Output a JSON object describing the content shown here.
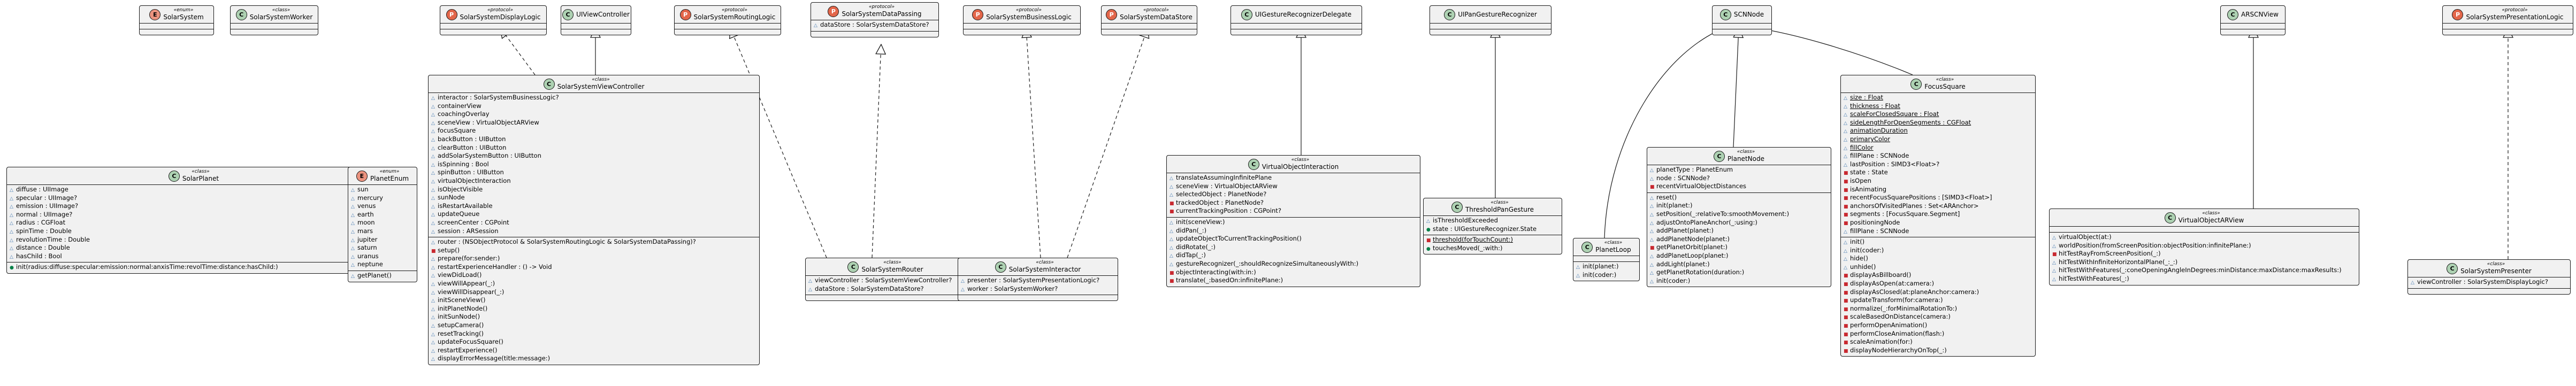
{
  "classes": [
    {
      "id": "solar-system",
      "name": "SolarSystem",
      "stereotype": "«enum»",
      "kind": "E",
      "members": [],
      "methods": []
    },
    {
      "id": "solar-system-worker",
      "name": "SolarSystemWorker",
      "stereotype": "«class»",
      "kind": "C",
      "members": [],
      "methods": []
    },
    {
      "id": "solar-system-display-logic",
      "name": "SolarSystemDisplayLogic",
      "stereotype": "«protocol»",
      "kind": "P",
      "members": [],
      "methods": []
    },
    {
      "id": "uiviewcontroller",
      "name": "UIViewController",
      "stereotype": "",
      "kind": "C",
      "members": [],
      "methods": []
    },
    {
      "id": "solar-system-routing-logic",
      "name": "SolarSystemRoutingLogic",
      "stereotype": "«protocol»",
      "kind": "P",
      "members": [],
      "methods": []
    },
    {
      "id": "solar-system-data-passing",
      "name": "SolarSystemDataPassing",
      "stereotype": "«protocol»",
      "kind": "P",
      "members": [
        {
          "v": "~",
          "t": "dataStore : SolarSystemDataStore?"
        }
      ],
      "methods": []
    },
    {
      "id": "solar-system-business-logic",
      "name": "SolarSystemBusinessLogic",
      "stereotype": "«protocol»",
      "kind": "P",
      "members": [],
      "methods": []
    },
    {
      "id": "solar-system-data-store",
      "name": "SolarSystemDataStore",
      "stereotype": "«protocol»",
      "kind": "P",
      "members": [],
      "methods": []
    },
    {
      "id": "uigesture-recognizer-delegate",
      "name": "UIGestureRecognizerDelegate",
      "stereotype": "",
      "kind": "C",
      "members": [],
      "methods": []
    },
    {
      "id": "uipan-gesture-recognizer",
      "name": "UIPanGestureRecognizer",
      "stereotype": "",
      "kind": "C",
      "members": [],
      "methods": []
    },
    {
      "id": "scnnode",
      "name": "SCNNode",
      "stereotype": "",
      "kind": "C",
      "members": [],
      "methods": []
    },
    {
      "id": "arscnview",
      "name": "ARSCNView",
      "stereotype": "",
      "kind": "C",
      "members": [],
      "methods": []
    },
    {
      "id": "solar-system-presentation-logic",
      "name": "SolarSystemPresentationLogic",
      "stereotype": "«protocol»",
      "kind": "P",
      "members": [],
      "methods": []
    },
    {
      "id": "solar-planet",
      "name": "SolarPlanet",
      "stereotype": "«class»",
      "kind": "C",
      "members": [
        {
          "v": "~",
          "t": "diffuse : UIImage"
        },
        {
          "v": "~",
          "t": "specular : UIImage?"
        },
        {
          "v": "~",
          "t": "emission : UIImage?"
        },
        {
          "v": "~",
          "t": "normal : UIImage?"
        },
        {
          "v": "~",
          "t": "radius : CGFloat"
        },
        {
          "v": "~",
          "t": "spinTime : Double"
        },
        {
          "v": "~",
          "t": "revolutionTime : Double"
        },
        {
          "v": "~",
          "t": "distance : Double"
        },
        {
          "v": "~",
          "t": "hasChild : Bool"
        }
      ],
      "methods": [
        {
          "v": "+",
          "t": "init(radius:diffuse:specular:emission:normal:anxisTime:revolTime:distance:hasChild:)"
        }
      ]
    },
    {
      "id": "planet-enum",
      "name": "PlanetEnum",
      "stereotype": "«enum»",
      "kind": "E",
      "members": [
        {
          "v": "~",
          "t": "sun"
        },
        {
          "v": "~",
          "t": "mercury"
        },
        {
          "v": "~",
          "t": "venus"
        },
        {
          "v": "~",
          "t": "earth"
        },
        {
          "v": "~",
          "t": "moon"
        },
        {
          "v": "~",
          "t": "mars"
        },
        {
          "v": "~",
          "t": "jupiter"
        },
        {
          "v": "~",
          "t": "saturn"
        },
        {
          "v": "~",
          "t": "uranus"
        },
        {
          "v": "~",
          "t": "neptune"
        }
      ],
      "methods": [
        {
          "v": "~",
          "t": "getPlanet()"
        }
      ]
    },
    {
      "id": "solar-system-view-controller",
      "name": "SolarSystemViewController",
      "stereotype": "«class»",
      "kind": "C",
      "members": [
        {
          "v": "~",
          "t": "interactor : SolarSystemBusinessLogic?"
        },
        {
          "v": "~",
          "t": "containerView"
        },
        {
          "v": "~",
          "t": "coachingOverlay"
        },
        {
          "v": "~",
          "t": "sceneView : VirtualObjectARView"
        },
        {
          "v": "~",
          "t": "focusSquare"
        },
        {
          "v": "~",
          "t": "backButton : UIButton"
        },
        {
          "v": "~",
          "t": "clearButton : UIButton"
        },
        {
          "v": "~",
          "t": "addSolarSystemButton : UIButton"
        },
        {
          "v": "~",
          "t": "isSpinning : Bool"
        },
        {
          "v": "~",
          "t": "spinButton : UIButton"
        },
        {
          "v": "~",
          "t": "virtualObjectInteraction"
        },
        {
          "v": "~",
          "t": "isObjectVisible"
        },
        {
          "v": "~",
          "t": "sunNode"
        },
        {
          "v": "~",
          "t": "isRestartAvailable"
        },
        {
          "v": "~",
          "t": "updateQueue"
        },
        {
          "v": "~",
          "t": "screenCenter : CGPoint"
        },
        {
          "v": "~",
          "t": "session : ARSession"
        }
      ],
      "methods": [
        {
          "v": "~",
          "t": "router : (NSObjectProtocol & SolarSystemRoutingLogic & SolarSystemDataPassing)?"
        },
        {
          "v": "-",
          "t": "setup()"
        },
        {
          "v": "~",
          "t": "prepare(for:sender:)"
        },
        {
          "v": "~",
          "t": "restartExperienceHandler : () -> Void"
        },
        {
          "v": "~",
          "t": "viewDidLoad()"
        },
        {
          "v": "~",
          "t": "viewWillAppear(_:)"
        },
        {
          "v": "~",
          "t": "viewWillDisappear(_:)"
        },
        {
          "v": "~",
          "t": "initSceneView()"
        },
        {
          "v": "~",
          "t": "initPlanetNode()"
        },
        {
          "v": "~",
          "t": "initSunNode()"
        },
        {
          "v": "~",
          "t": "setupCamera()"
        },
        {
          "v": "~",
          "t": "resetTracking()"
        },
        {
          "v": "~",
          "t": "updateFocusSquare()"
        },
        {
          "v": "~",
          "t": "restartExperience()"
        },
        {
          "v": "~",
          "t": "displayErrorMessage(title:message:)"
        }
      ]
    },
    {
      "id": "solar-system-router",
      "name": "SolarSystemRouter",
      "stereotype": "«class»",
      "kind": "C",
      "members": [
        {
          "v": "~",
          "t": "viewController : SolarSystemViewController?"
        },
        {
          "v": "~",
          "t": "dataStore : SolarSystemDataStore?"
        }
      ],
      "methods": []
    },
    {
      "id": "solar-system-interactor",
      "name": "SolarSystemInteractor",
      "stereotype": "«class»",
      "kind": "C",
      "members": [
        {
          "v": "~",
          "t": "presenter : SolarSystemPresentationLogic?"
        },
        {
          "v": "~",
          "t": "worker : SolarSystemWorker?"
        }
      ],
      "methods": []
    },
    {
      "id": "virtual-object-interaction",
      "name": "VirtualObjectInteraction",
      "stereotype": "«class»",
      "kind": "C",
      "members": [
        {
          "v": "~",
          "t": "translateAssumingInfinitePlane"
        },
        {
          "v": "~",
          "t": "sceneView : VirtualObjectARView"
        },
        {
          "v": "~",
          "t": "selectedObject : PlanetNode?"
        },
        {
          "v": "-",
          "t": "trackedObject : PlanetNode?"
        },
        {
          "v": "-",
          "t": "currentTrackingPosition : CGPoint?"
        }
      ],
      "methods": [
        {
          "v": "~",
          "t": "init(sceneView:)"
        },
        {
          "v": "~",
          "t": "didPan(_:)"
        },
        {
          "v": "~",
          "t": "updateObjectToCurrentTrackingPosition()"
        },
        {
          "v": "~",
          "t": "didRotate(_:)"
        },
        {
          "v": "~",
          "t": "didTap(_:)"
        },
        {
          "v": "~",
          "t": "gestureRecognizer(_:shouldRecognizeSimultaneouslyWith:)"
        },
        {
          "v": "-",
          "t": "objectInteracting(with:in:)"
        },
        {
          "v": "-",
          "t": "translate(_:basedOn:infinitePlane:)"
        }
      ]
    },
    {
      "id": "threshold-pan-gesture",
      "name": "ThresholdPanGesture",
      "stereotype": "«class»",
      "kind": "C",
      "members": [
        {
          "v": "~",
          "t": "isThresholdExceeded"
        },
        {
          "v": "+",
          "t": "state : UIGestureRecognizer.State"
        }
      ],
      "methods": [
        {
          "v": "-",
          "t": "threshold(forTouchCount:)",
          "ul": true
        },
        {
          "v": "+",
          "t": "touchesMoved(_:with:)"
        }
      ]
    },
    {
      "id": "planet-loop",
      "name": "PlanetLoop",
      "stereotype": "«class»",
      "kind": "C",
      "members": [],
      "methods": [
        {
          "v": "~",
          "t": "init(planet:)"
        },
        {
          "v": "~",
          "t": "init(coder:)"
        }
      ]
    },
    {
      "id": "planet-node",
      "name": "PlanetNode",
      "stereotype": "«class»",
      "kind": "C",
      "members": [
        {
          "v": "~",
          "t": "planetType : PlanetEnum"
        },
        {
          "v": "~",
          "t": "node : SCNNode?"
        },
        {
          "v": "-",
          "t": "recentVirtualObjectDistances"
        }
      ],
      "methods": [
        {
          "v": "~",
          "t": "reset()"
        },
        {
          "v": "~",
          "t": "init(planet:)"
        },
        {
          "v": "~",
          "t": "setPosition(_:relativeTo:smoothMovement:)"
        },
        {
          "v": "~",
          "t": "adjustOntoPlaneAnchor(_:using:)"
        },
        {
          "v": "~",
          "t": "addPlanet(planet:)"
        },
        {
          "v": "~",
          "t": "addPlanetNode(planet:)"
        },
        {
          "v": "-",
          "t": "getPlanetOrbit(planet:)"
        },
        {
          "v": "~",
          "t": "addPlanetLoop(planet:)"
        },
        {
          "v": "~",
          "t": "addLight(planet:)"
        },
        {
          "v": "~",
          "t": "getPlanetRotation(duration:)"
        },
        {
          "v": "~",
          "t": "init(coder:)"
        }
      ]
    },
    {
      "id": "focus-square",
      "name": "FocusSquare",
      "stereotype": "«class»",
      "kind": "C",
      "members": [
        {
          "v": "~",
          "t": "size : Float",
          "ul": true
        },
        {
          "v": "~",
          "t": "thickness : Float",
          "ul": true
        },
        {
          "v": "~",
          "t": "scaleForClosedSquare : Float",
          "ul": true
        },
        {
          "v": "~",
          "t": "sideLengthForOpenSegments : CGFloat",
          "ul": true
        },
        {
          "v": "~",
          "t": "animationDuration",
          "ul": true
        },
        {
          "v": "~",
          "t": "primaryColor",
          "ul": true
        },
        {
          "v": "~",
          "t": "fillColor",
          "ul": true
        },
        {
          "v": "~",
          "t": "fillPlane : SCNNode"
        },
        {
          "v": "~",
          "t": "lastPosition : SIMD3<Float>?"
        },
        {
          "v": "-",
          "t": "state : State"
        },
        {
          "v": "-",
          "t": "isOpen"
        },
        {
          "v": "-",
          "t": "isAnimating"
        },
        {
          "v": "-",
          "t": "recentFocusSquarePositions : [SIMD3<Float>]"
        },
        {
          "v": "-",
          "t": "anchorsOfVisitedPlanes : Set<ARAnchor>"
        },
        {
          "v": "-",
          "t": "segments : [FocusSquare.Segment]"
        },
        {
          "v": "-",
          "t": "positioningNode"
        },
        {
          "v": "~",
          "t": "fillPlane : SCNNode"
        }
      ],
      "methods": [
        {
          "v": "~",
          "t": "init()"
        },
        {
          "v": "~",
          "t": "init(coder:)"
        },
        {
          "v": "~",
          "t": "hide()"
        },
        {
          "v": "~",
          "t": "unhide()"
        },
        {
          "v": "-",
          "t": "displayAsBillboard()"
        },
        {
          "v": "-",
          "t": "displayAsOpen(at:camera:)"
        },
        {
          "v": "-",
          "t": "displayAsClosed(at:planeAnchor:camera:)"
        },
        {
          "v": "-",
          "t": "updateTransform(for:camera:)"
        },
        {
          "v": "-",
          "t": "normalize(_:forMinimalRotationTo:)"
        },
        {
          "v": "-",
          "t": "scaleBasedOnDistance(camera:)"
        },
        {
          "v": "-",
          "t": "performOpenAnimation()"
        },
        {
          "v": "-",
          "t": "performCloseAnimation(flash:)"
        },
        {
          "v": "-",
          "t": "scaleAnimation(for:)"
        },
        {
          "v": "-",
          "t": "displayNodeHierarchyOnTop(_:)"
        }
      ]
    },
    {
      "id": "virtual-object-ar-view",
      "name": "VirtualObjectARView",
      "stereotype": "«class»",
      "kind": "C",
      "members": [],
      "methods": [
        {
          "v": "~",
          "t": "virtualObject(at:)"
        },
        {
          "v": "~",
          "t": "worldPosition(fromScreenPosition:objectPosition:infinitePlane:)"
        },
        {
          "v": "-",
          "t": "hitTestRayFromScreenPosition(_:)"
        },
        {
          "v": "~",
          "t": "hitTestWithInfiniteHorizontalPlane(_:_:)"
        },
        {
          "v": "~",
          "t": "hitTestWithFeatures(_:coneOpeningAngleInDegrees:minDistance:maxDistance:maxResults:)"
        },
        {
          "v": "~",
          "t": "hitTestWithFeatures(_:)"
        }
      ]
    },
    {
      "id": "solar-system-presenter",
      "name": "SolarSystemPresenter",
      "stereotype": "«class»",
      "kind": "C",
      "members": [
        {
          "v": "~",
          "t": "viewController : SolarSystemDisplayLogic?"
        }
      ],
      "methods": []
    }
  ]
}
